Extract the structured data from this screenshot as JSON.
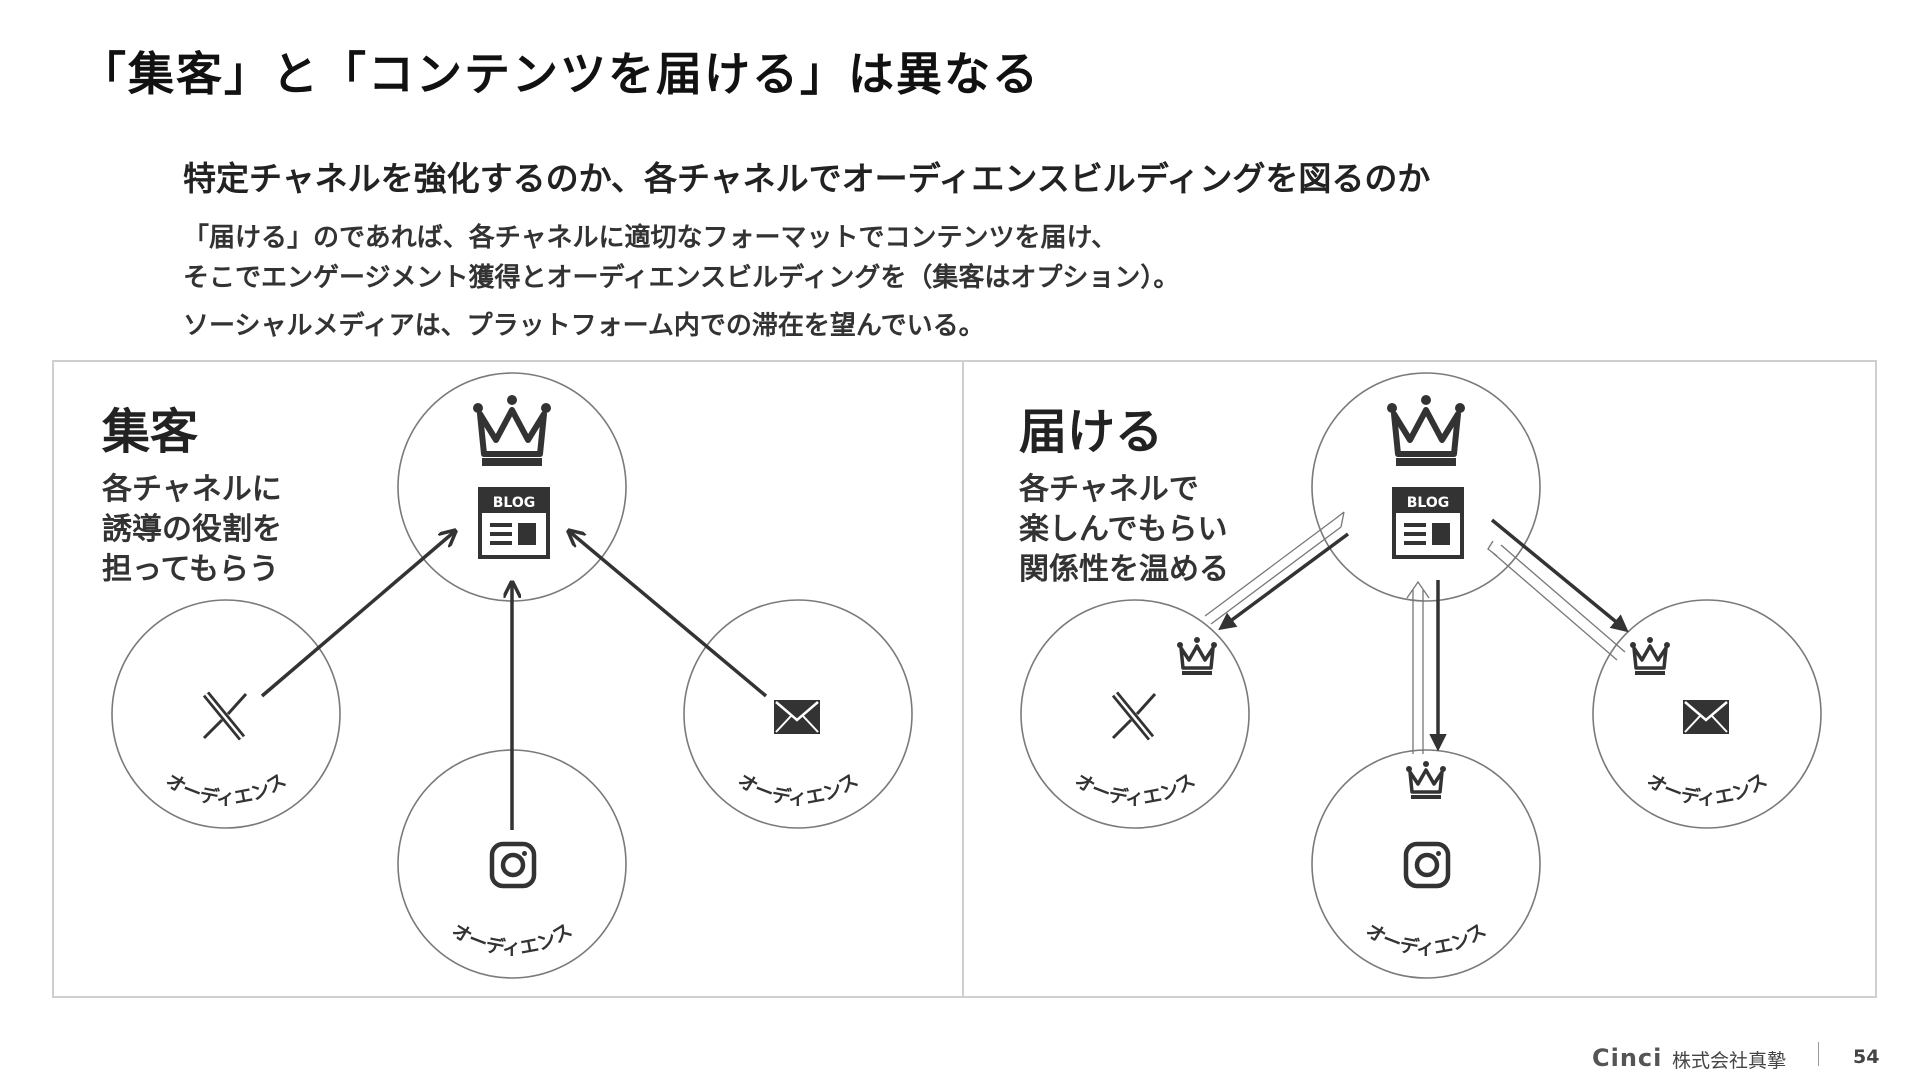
{
  "page": {
    "title": "「集客」と「コンテンツを届ける」は異なる",
    "subtitle": "特定チャネルを強化するのか、各チャネルでオーディエンスビルディングを図るのか",
    "body_line1": "「届ける」のであれば、各チャネルに適切なフォーマットでコンテンツを届け、",
    "body_line2": "そこでエンゲージメント獲得とオーディエンスビルディングを（集客はオプション）。",
    "body_line3": "ソーシャルメディアは、プラットフォーム内での滞在を望んでいる。"
  },
  "panels": {
    "left": {
      "title": "集客",
      "desc": [
        "各チャネルに",
        "誘導の役割を",
        "担ってもらう"
      ]
    },
    "right": {
      "title": "届ける",
      "desc": [
        "各チャネルで",
        "楽しんでもらい",
        "関係性を温める"
      ]
    }
  },
  "labels": {
    "blog": "BLOG",
    "audience": "オーディエンス"
  },
  "icons": [
    "crown-icon",
    "blog-icon",
    "x-logo-icon",
    "instagram-icon",
    "mail-icon",
    "arrow"
  ],
  "colors": {
    "stroke": "#7a7a7a",
    "icon": "#333333",
    "arrow": "#333333"
  },
  "footer": {
    "logo": "Cinci",
    "company": "株式会社真摯",
    "page_number": "54"
  }
}
